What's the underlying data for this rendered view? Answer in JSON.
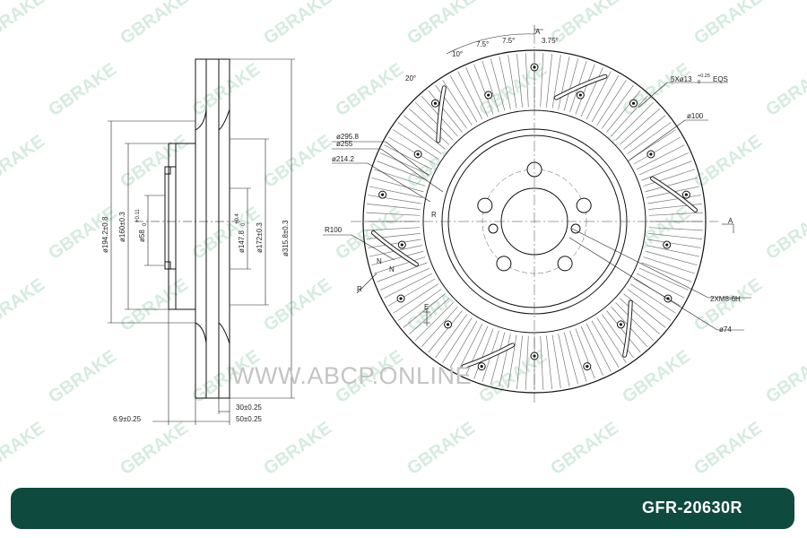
{
  "watermark": {
    "brand": "GBRAKE"
  },
  "site_watermark": "WWW.ABCP.ONLINE",
  "part_number": "GFR-20630R",
  "side_view": {
    "d194": "ø194.2±0.8",
    "d160": "ø160±0.3",
    "d58": "ø58",
    "d58_tol": "+0.11",
    "d58_tol2": "0",
    "d147": "ø147.8",
    "d147_tol": "+0.4",
    "d147_tol2": "0",
    "d172": "ø172±0.3",
    "d315": "ø315.8±0.3",
    "t30": "30±0.25",
    "t50": "50±0.25",
    "t69": "6.9±0.25"
  },
  "front_view": {
    "a10": "10°",
    "a75a": "7.5°",
    "a75b": "7.5°",
    "a375": "3.75°",
    "a20": "20°",
    "section_a": "A",
    "section_a2": "A",
    "holes": "5Xø13",
    "holes_tol": "+0.25",
    "holes_tol2": "0",
    "holes_eqs": "EQS",
    "d100": "ø100",
    "d2958": "ø295.8",
    "d255": "ø255",
    "d2142": "ø214.2",
    "r100": "R100",
    "r1": "R",
    "r2": "R",
    "n1": "N",
    "n2": "N",
    "e": "E",
    "thread": "2XM8-6H",
    "d74": "ø74"
  }
}
